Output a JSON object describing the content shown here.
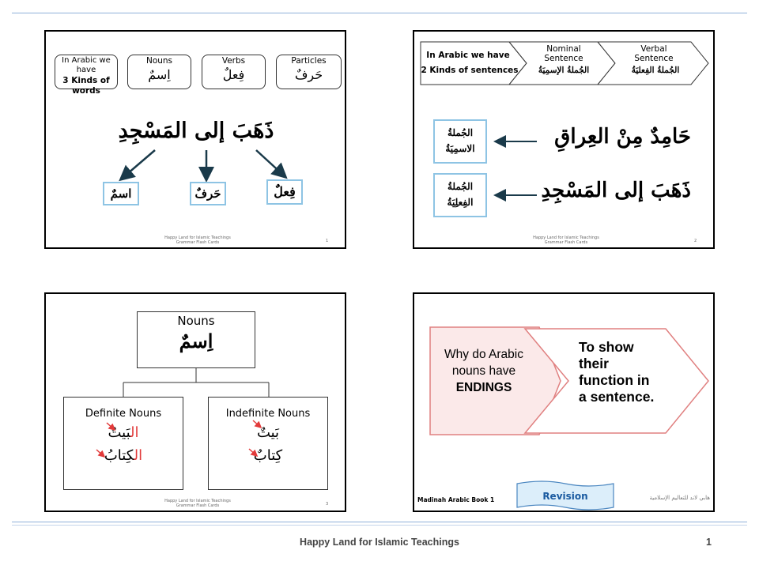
{
  "slides": {
    "s1": {
      "intro": "In Arabic we have",
      "intro_line2": "3  Kinds of",
      "intro_line3": "words",
      "nouns_label": "Nouns",
      "nouns_ar": "اِسمٌ",
      "verbs_label": "Verbs",
      "verbs_ar": "فِعلٌ",
      "particles_label": "Particles",
      "particles_ar": "حَرفٌ",
      "sentence": "ذَهَبَ إلى المَسْجِدِ",
      "box_noun": "اسمٌ",
      "box_particle": "حَرفٌ",
      "box_verb": "فِعلٌ",
      "footer_l1": "Happy Land for Islamic Teachings",
      "footer_l2": "Grammar Flash Cards",
      "page": "1"
    },
    "s2": {
      "intro": "In Arabic we have",
      "intro_line2": "2  Kinds of sentences",
      "nominal_label": "Nominal Sentence",
      "nominal_ar": "الجُملةُ الإسمِيَةُ",
      "verbal_label": "Verbal Sentence",
      "verbal_ar": "الجُملةُ الفِعليَةُ",
      "box1_l1": "الجُملةُ",
      "box1_l2": "الاسمِيَةُ",
      "box2_l1": "الجُملةُ",
      "box2_l2": "الفِعلِيَةُ",
      "sentence1": "حَامِدٌ مِنْ العِراقِ",
      "sentence2": "ذَهَبَ إلى المَسْجِدِ",
      "footer_l1": "Happy Land for Islamic Teachings",
      "footer_l2": "Grammar Flash Cards",
      "page": "2"
    },
    "s3": {
      "title": "Nouns",
      "title_ar": "اِسمٌ",
      "definite_label": "Definite Nouns",
      "definite_w1_prefix": "ال",
      "definite_w1_rest": "بَيتُ",
      "definite_w2_prefix": "ال",
      "definite_w2_rest": "كِتابُ",
      "indefinite_label": "Indefinite Nouns",
      "indefinite_w1": "بَيتٌ",
      "indefinite_w2": "كِتابٌ",
      "footer_l1": "Happy Land for Islamic Teachings",
      "footer_l2": "Grammar Flash Cards",
      "page": "3"
    },
    "s4": {
      "question": "Why do Arabic nouns have",
      "question_emph": "ENDINGS",
      "answer": "To show their function in a sentence.",
      "book": "Madinah Arabic Book 1",
      "revision": "Revision",
      "arabic_footer": "هابي لاند للتعاليم الإسلامية"
    }
  },
  "footer": {
    "title": "Happy Land for Islamic Teachings",
    "page": "1"
  },
  "colors": {
    "rule": "#8fb0d8",
    "box_border": "#8ec4e4",
    "arrow": "#1a3a4a",
    "red": "#e23a3a",
    "pink_border": "#e08080",
    "revision_text": "#1a5aa0"
  }
}
